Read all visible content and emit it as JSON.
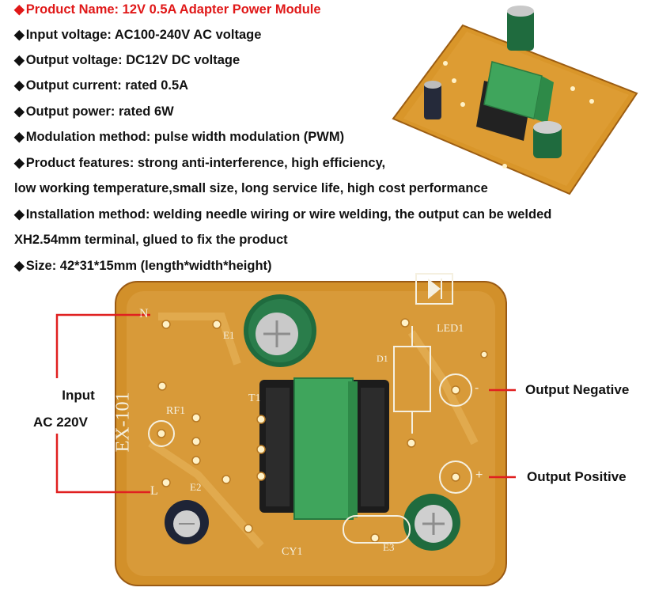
{
  "specs": {
    "title": "Product Name: 12V 0.5A Adapter Power Module",
    "input_voltage": "Input voltage: AC100-240V AC voltage",
    "output_voltage": "Output voltage: DC12V DC voltage",
    "output_current": "Output current: rated 0.5A",
    "output_power": "Output power: rated 6W",
    "modulation": "Modulation method: pulse width modulation (PWM)",
    "features": "Product features: strong anti-interference, high efficiency,",
    "features_cont": "low working temperature,small size, long service life, high cost performance",
    "installation": "Installation method: welding needle wiring or wire welding, the output can be welded",
    "installation_cont": "XH2.54mm terminal, glued to fix the product",
    "size": "Size: 42*31*15mm (length*width*height)"
  },
  "bullet_symbol": "◆",
  "diagram": {
    "input_label_line1": "Input",
    "input_label_line2": "AC 220V",
    "output_negative": "Output Negative",
    "output_positive": "Output Positive"
  },
  "board_markings": {
    "model": "EX-101",
    "n": "N",
    "l": "L",
    "e1": "E1",
    "e2": "E2",
    "e3": "E3",
    "rf1": "RF1",
    "t1": "T1",
    "cy1": "CY1",
    "led1": "LED1",
    "d1": "D1",
    "minus": "-",
    "plus": "+"
  },
  "colors": {
    "title_red": "#e01818",
    "pcb": "#d99a2c",
    "pcb_dark": "#b8741a",
    "transformer_green": "#3fa55c",
    "capacitor_green": "#1f6b3e",
    "wire_red": "#e02020"
  }
}
